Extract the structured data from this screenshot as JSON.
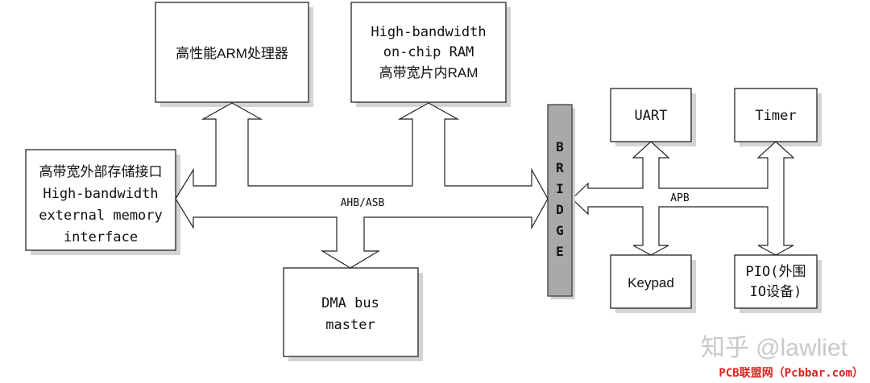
{
  "blocks": {
    "arm": {
      "lines": [
        "高性能ARM处理器"
      ]
    },
    "ram": {
      "lines": [
        "High-bandwidth",
        "on-chip RAM",
        "高带宽片内RAM"
      ]
    },
    "ext": {
      "lines": [
        "高带宽外部存储接口",
        "High-bandwidth",
        "external memory",
        "interface"
      ]
    },
    "dma": {
      "lines": [
        "DMA bus",
        "master"
      ]
    },
    "uart": {
      "lines": [
        "UART"
      ]
    },
    "timer": {
      "lines": [
        "Timer"
      ]
    },
    "keypad": {
      "lines": [
        "Keypad"
      ]
    },
    "pio": {
      "lines": [
        "PIO(外围",
        "IO设备)"
      ]
    }
  },
  "bridge": {
    "letters": [
      "B",
      "R",
      "I",
      "D",
      "G",
      "E"
    ]
  },
  "bus_labels": {
    "ahb": "AHB/ASB",
    "apb": "APB"
  },
  "watermarks": {
    "zhihu": "知乎 @lawliet",
    "pcb": "PCB联盟网（Pcbbar.com）"
  }
}
